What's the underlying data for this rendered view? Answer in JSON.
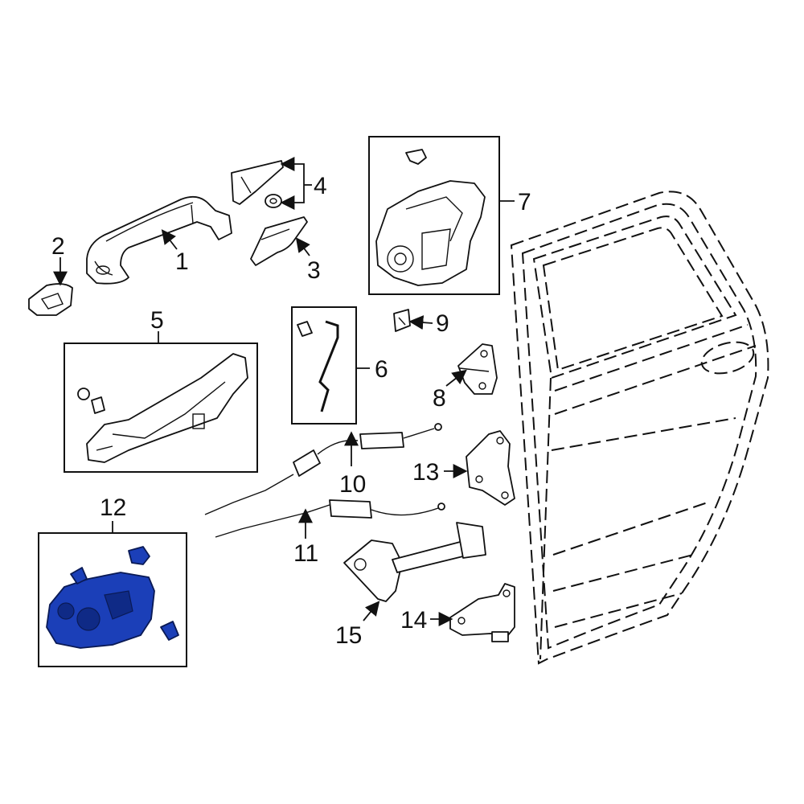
{
  "callouts": {
    "c1": "1",
    "c2": "2",
    "c3": "3",
    "c4": "4",
    "c5": "5",
    "c6": "6",
    "c7": "7",
    "c8": "8",
    "c9": "9",
    "c10": "10",
    "c11": "11",
    "c12": "12",
    "c13": "13",
    "c14": "14",
    "c15": "15"
  },
  "colors": {
    "highlight": "#1b3fb8",
    "line": "#111111",
    "background": "#ffffff"
  }
}
